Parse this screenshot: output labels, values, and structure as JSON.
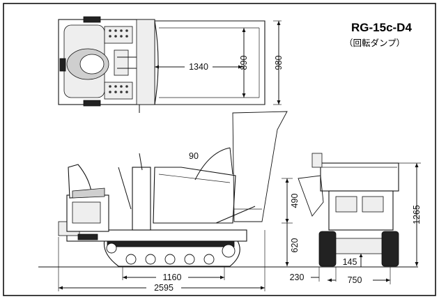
{
  "title": {
    "model": "RG-15c-D4",
    "subtitle": "（回転ダンプ）"
  },
  "dimensions": {
    "top_bed_length": "1340",
    "top_bed_inner_width": "890",
    "top_overall_width": "980",
    "dump_angle": "90",
    "bed_height": "490",
    "bed_floor_height": "620",
    "track_contact_length": "1160",
    "overall_length": "2595",
    "overall_height": "1265",
    "ground_clearance": "145",
    "track_width": "230",
    "track_gauge": "750"
  }
}
